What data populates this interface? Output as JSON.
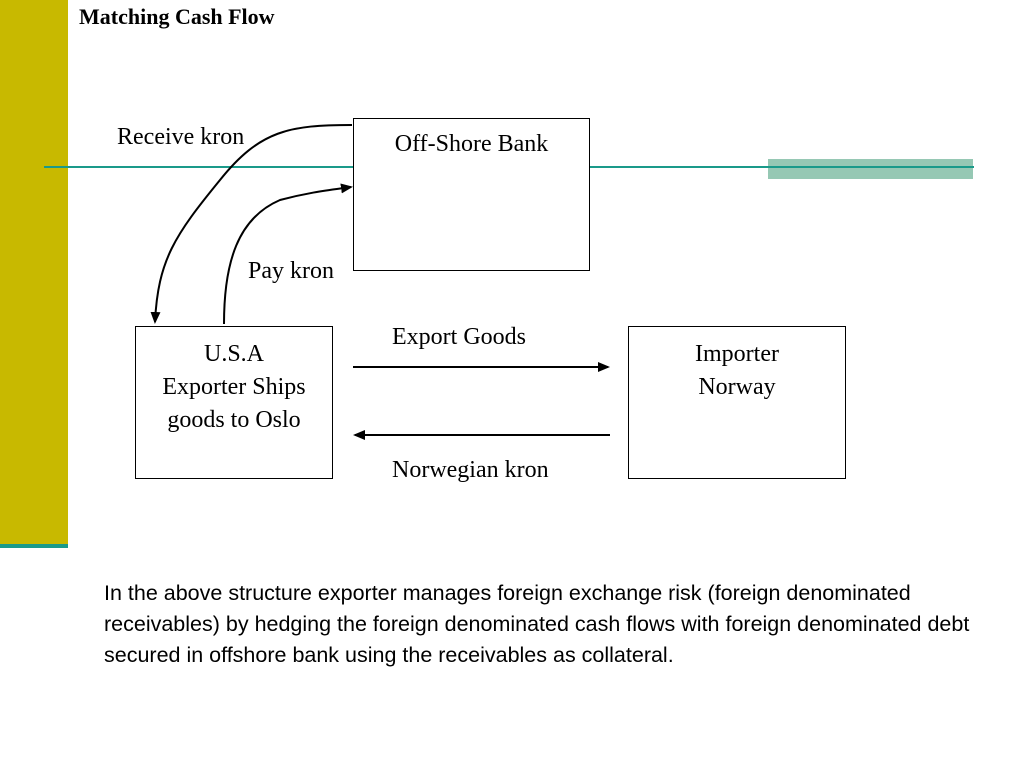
{
  "title": "Matching Cash Flow",
  "colors": {
    "sidebar": "#c8b900",
    "accent_line": "#1a9a8a",
    "accent_block": "#96c8b4"
  },
  "diagram": {
    "nodes": {
      "bank": {
        "lines": [
          "Off-Shore Bank"
        ]
      },
      "exporter": {
        "lines": [
          "U.S.A",
          "Exporter Ships",
          "goods to Oslo"
        ]
      },
      "importer": {
        "lines": [
          "Importer",
          "Norway"
        ]
      }
    },
    "edges": {
      "receive": {
        "label": "Receive kron"
      },
      "pay": {
        "label": "Pay kron"
      },
      "export": {
        "label": "Export Goods"
      },
      "payment": {
        "label": "Norwegian kron"
      }
    }
  },
  "caption": "In the above structure exporter manages foreign exchange risk (foreign denominated receivables) by hedging the foreign denominated cash flows with foreign denominated debt secured in offshore bank using the receivables as collateral."
}
